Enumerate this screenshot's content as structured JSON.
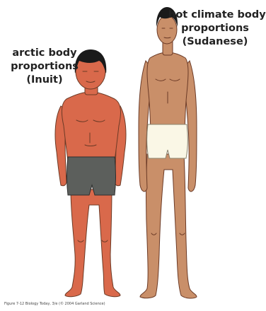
{
  "figures": {
    "inuit": {
      "label_lines": [
        "arctic body",
        "proportions",
        "(Inuit)"
      ],
      "skin_color": "#D9694B",
      "shorts_color": "#5C5F5C"
    },
    "sudanese": {
      "label_lines": [
        "hot climate body",
        "proportions",
        "(Sudanese)"
      ],
      "skin_color": "#C98F69",
      "shorts_color": "#FAF7E6"
    },
    "hair_color": "#1A1A1A",
    "outline_color": "#6B3A26"
  },
  "caption": "Figure 7-12 Biology Today, 3/e (© 2004 Garland Science)"
}
